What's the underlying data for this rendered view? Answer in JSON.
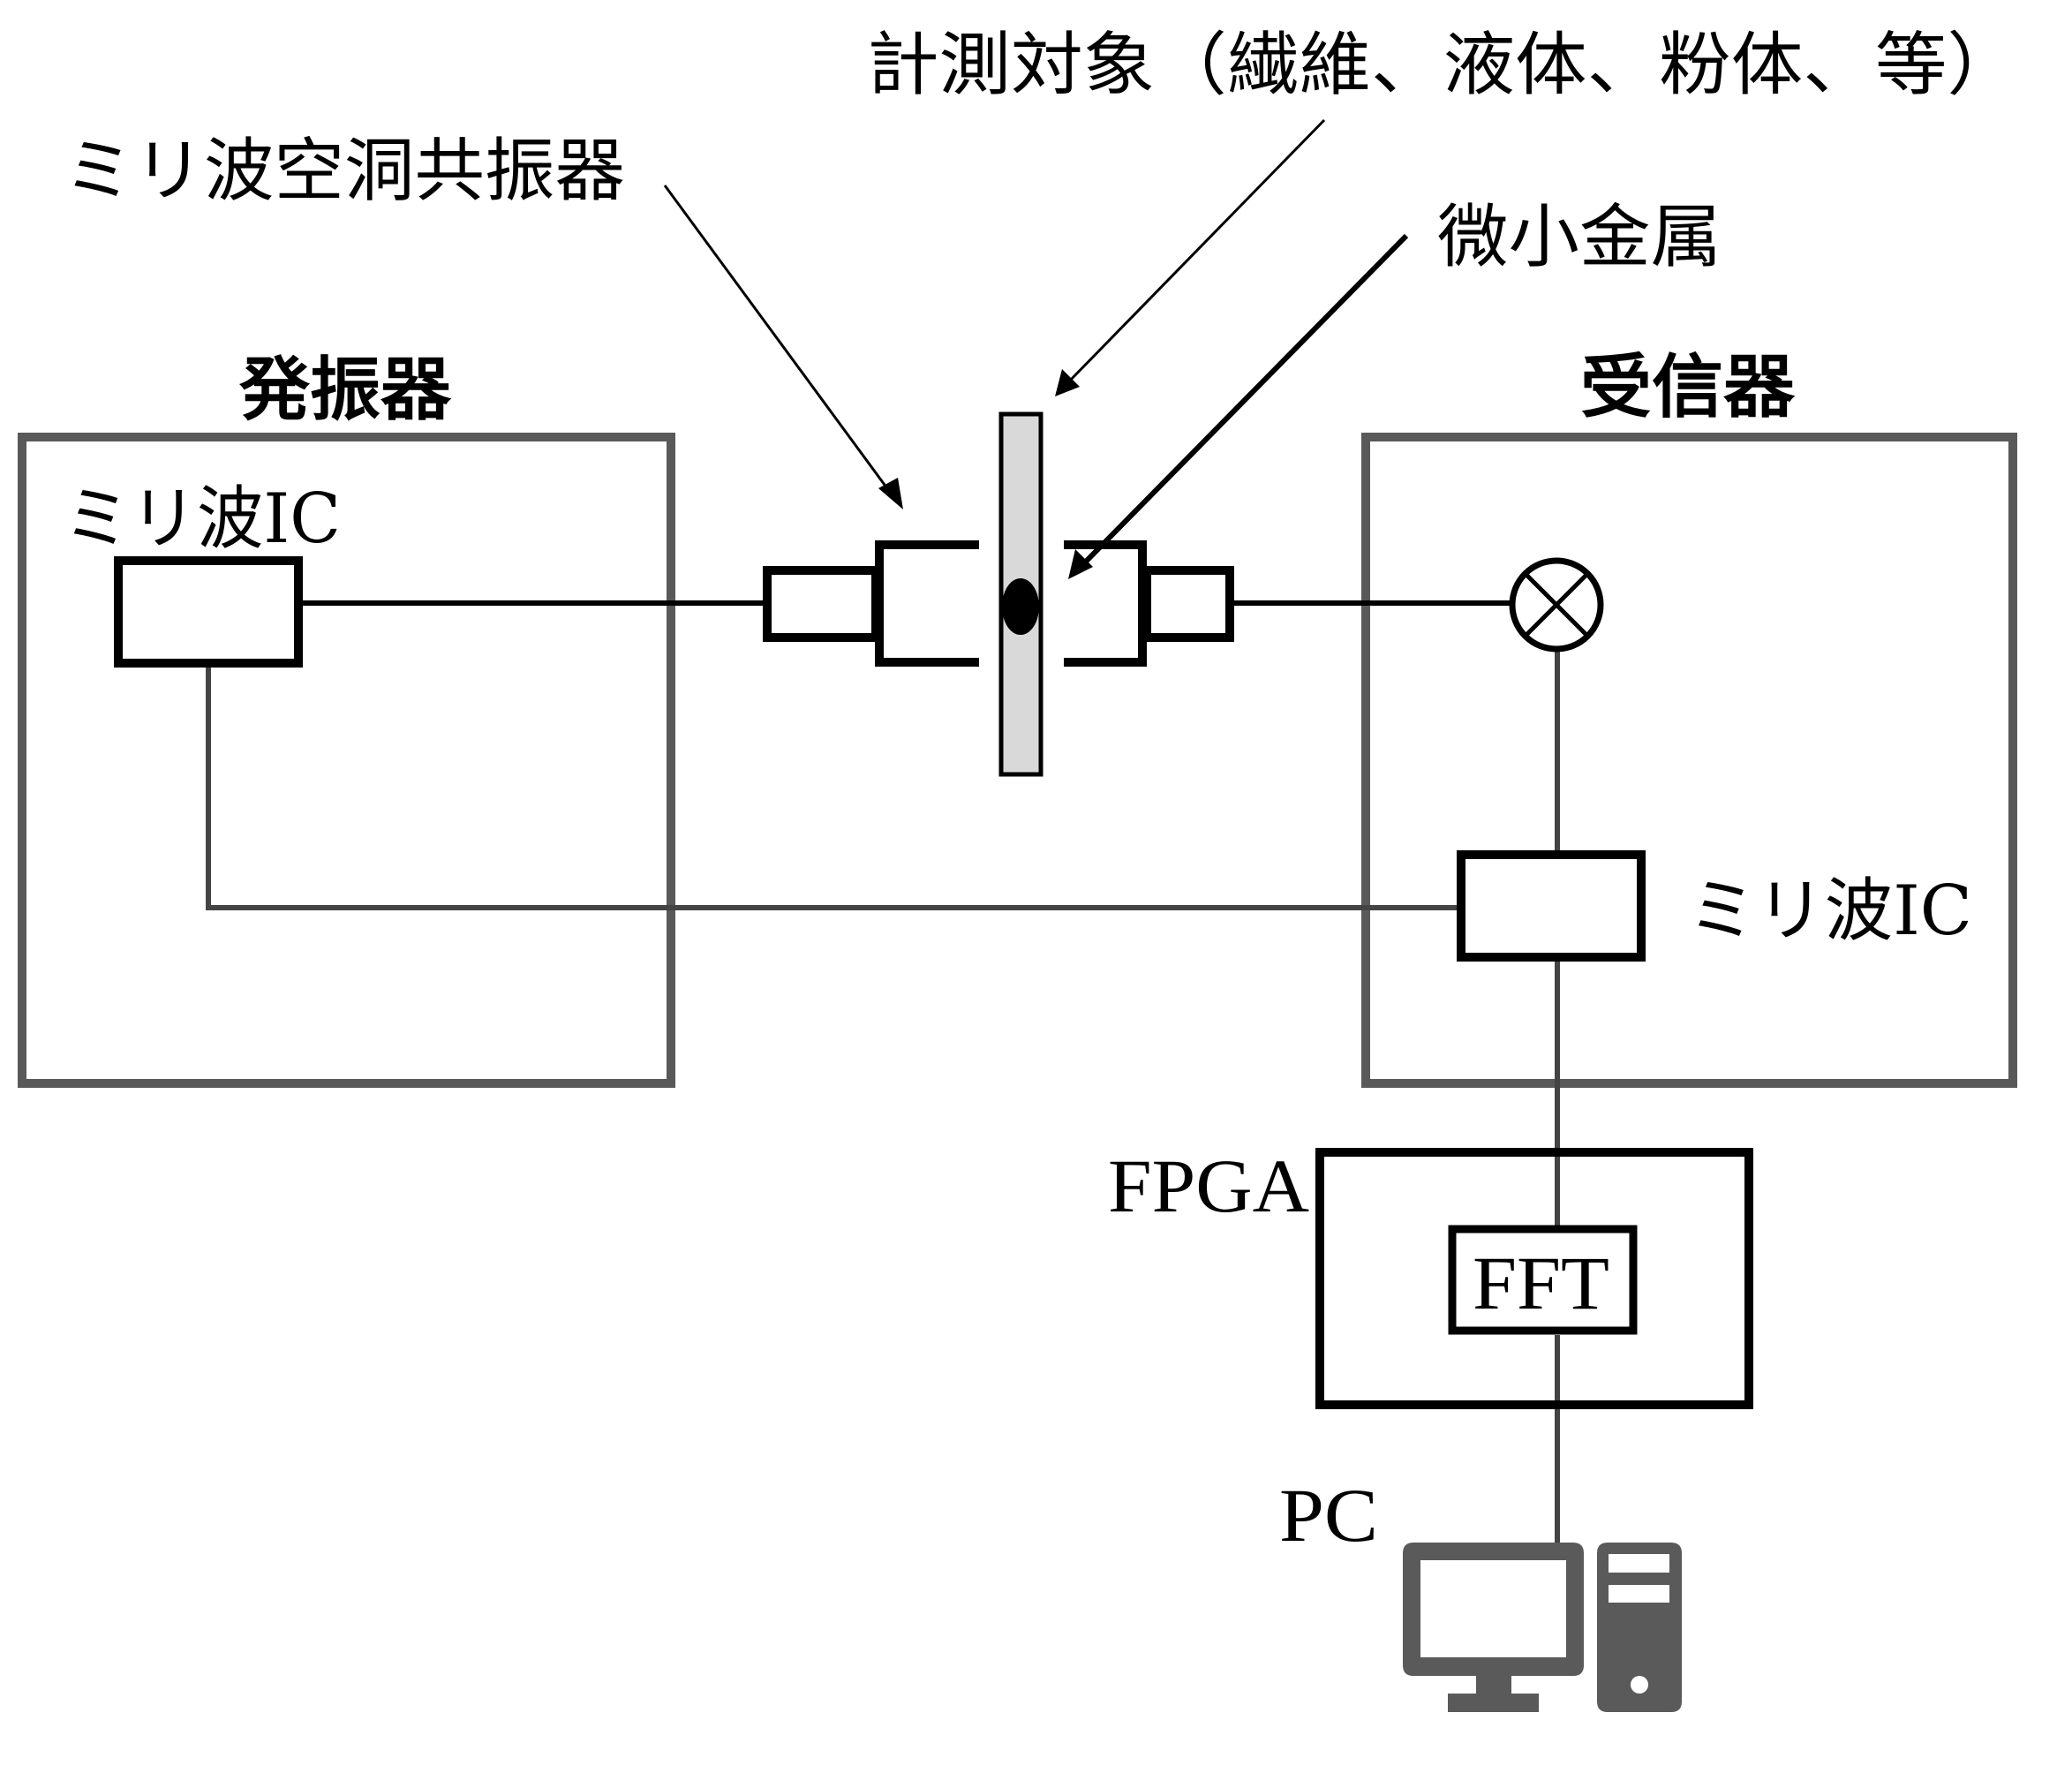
{
  "diagram": {
    "title_labels": {
      "resonator": "ミリ波空洞共振器",
      "measurement_target": "計測対象（繊維、液体、粉体、等）",
      "metal": "微小金属"
    },
    "transmitter": {
      "label": "発振器",
      "ic_label": "ミリ波IC"
    },
    "receiver": {
      "label": "受信器",
      "ic_label": "ミリ波IC"
    },
    "fpga": {
      "label": "FPGA",
      "inner_label": "FFT"
    },
    "pc": {
      "label": "PC"
    },
    "colors": {
      "outline_gray": "#595959",
      "line_black": "#000000",
      "wire_gray": "#444444",
      "sample_fill": "#d9d9d9",
      "icon_gray": "#5a5a5a"
    },
    "icons": {
      "mixer": "circle-x-mixer-icon",
      "pc": "desktop-computer-icon"
    }
  }
}
